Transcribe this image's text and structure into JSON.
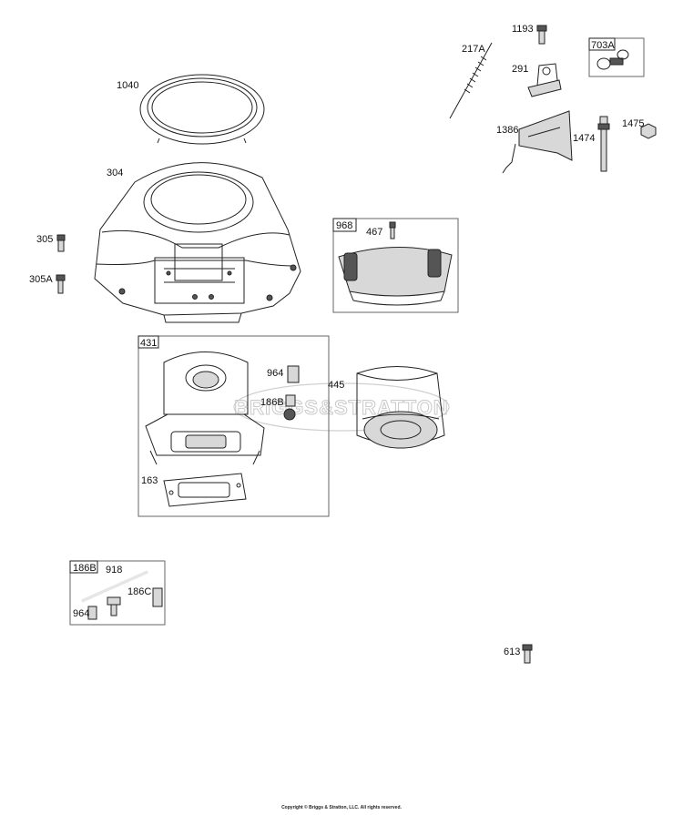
{
  "labels": {
    "p1193": "1193",
    "p217A": "217A",
    "p703A": "703A",
    "p291": "291",
    "p1040": "1040",
    "p1386": "1386",
    "p1475": "1475",
    "p1474": "1474",
    "p304": "304",
    "p968": "968",
    "p467": "467",
    "p305": "305",
    "p305A": "305A",
    "p431": "431",
    "p964a": "964",
    "p445": "445",
    "p186B_a": "186B",
    "p163": "163",
    "p186B_b": "186B",
    "p918": "918",
    "p186C": "186C",
    "p964b": "964",
    "p613": "613"
  },
  "watermark": "BRIGGS&STRATTON",
  "copyright": "Copyright © Briggs & Stratton, LLC. All rights reserved."
}
